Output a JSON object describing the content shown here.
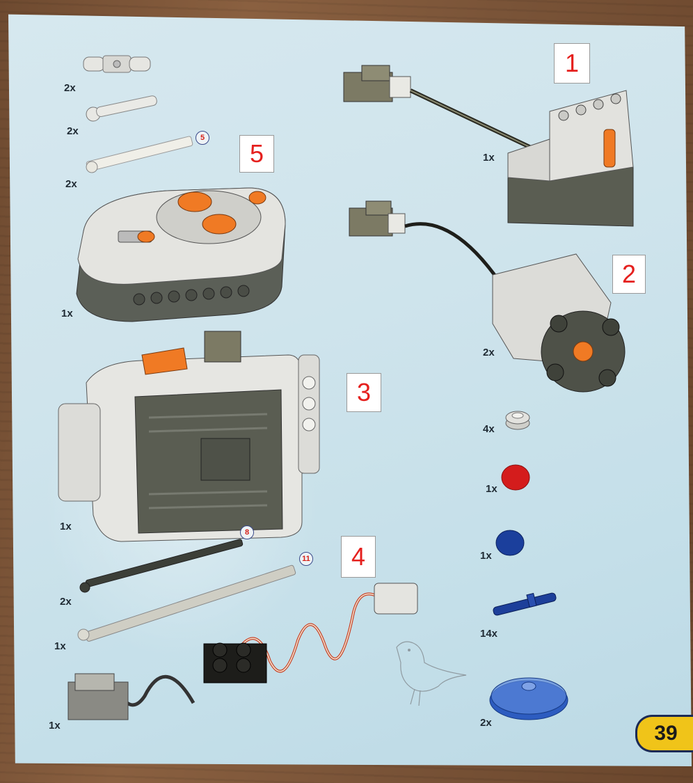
{
  "callouts": {
    "c1": "1",
    "c2": "2",
    "c3": "3",
    "c4": "4",
    "c5": "5"
  },
  "quantities": {
    "universal_joint": "2x",
    "short_pin": "2x",
    "axle_5": "2x",
    "ir_receiver": "1x",
    "ir_remote": "1x",
    "motor_2": "2x",
    "battery_box": "1x",
    "round_plate": "4x",
    "red_disc": "1x",
    "blue_disc": "1x",
    "axle_8": "2x",
    "axle_11": "1x",
    "blue_pin": "14x",
    "light_cable": "1x",
    "blue_dish": "2x"
  },
  "axle_lengths": {
    "axle_5": "5",
    "axle_8": "8",
    "axle_11": "11"
  },
  "page_number": "39",
  "colors": {
    "paper": "#cfe4ec",
    "callout_text": "#e5201e",
    "page_badge": "#f0c419",
    "red_disc": "#d41c1c",
    "blue_disc": "#1b3f9c",
    "lego_orange": "#f07a24",
    "dark_bluish_gray": "#5a5d52",
    "light_bluish_gray": "#d4d4d0"
  }
}
